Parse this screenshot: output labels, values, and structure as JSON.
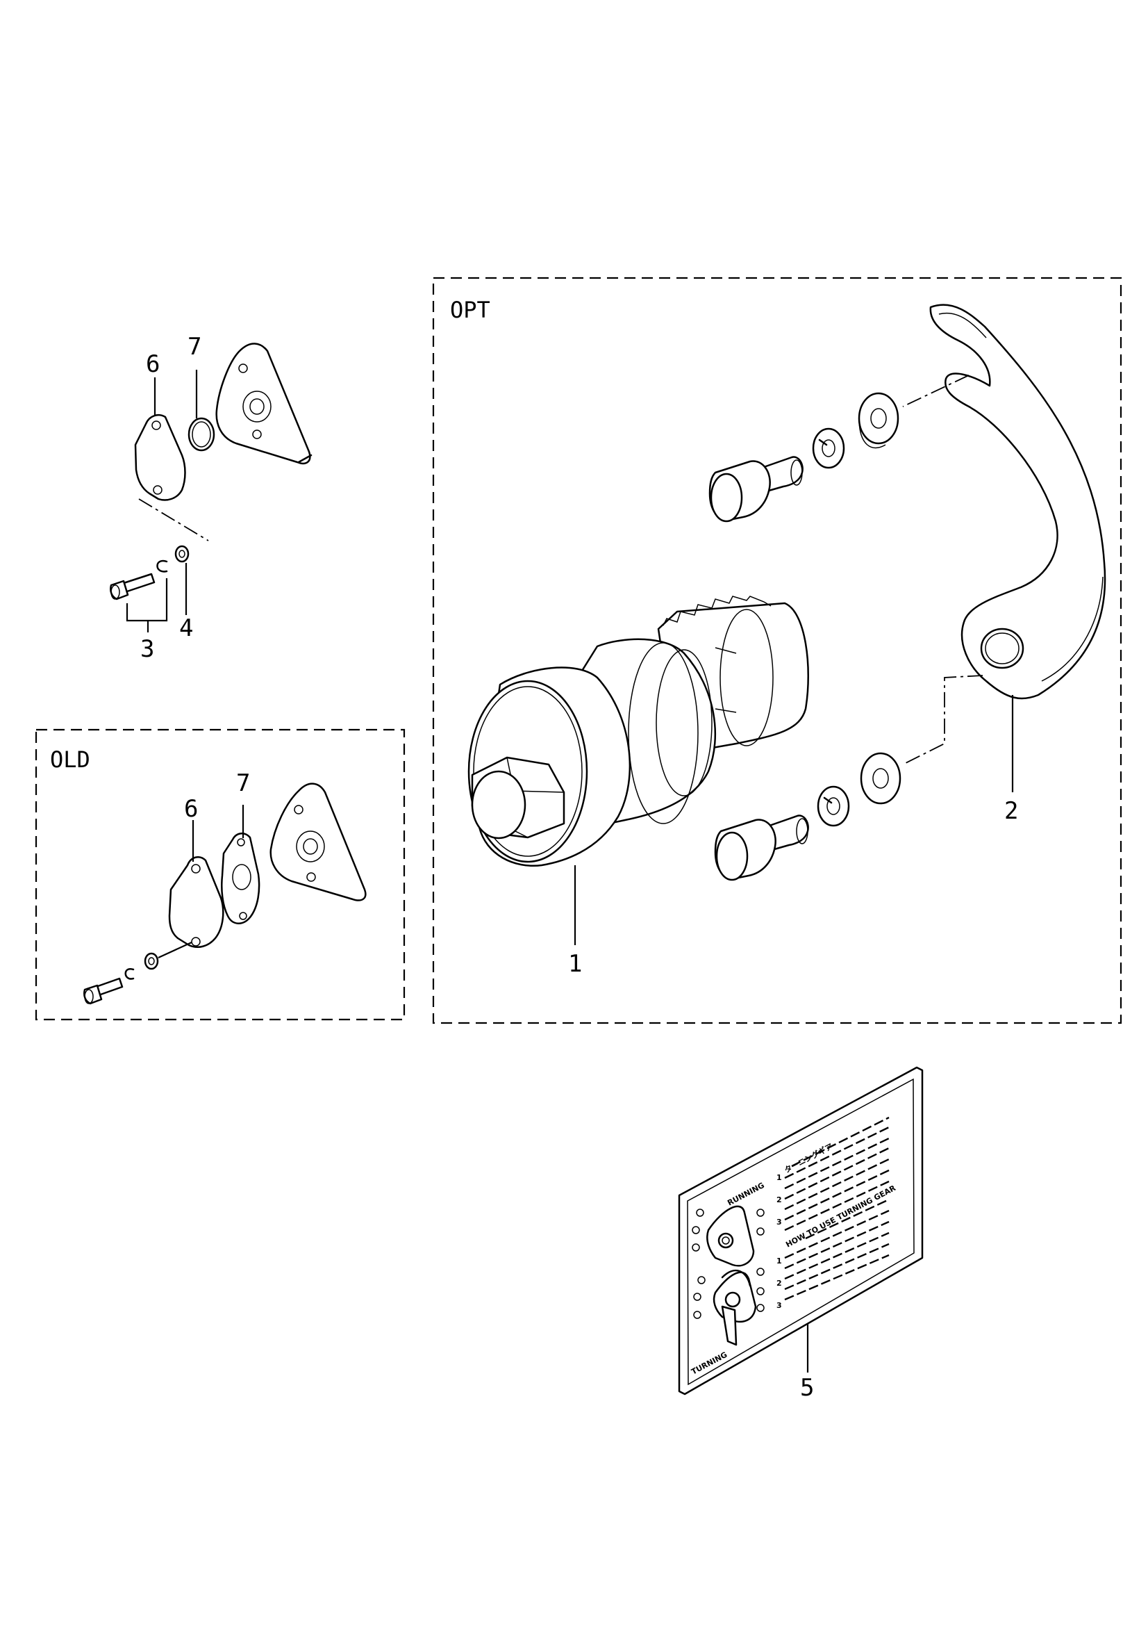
{
  "diagram": {
    "groups": {
      "opt": {
        "label": "OPT"
      },
      "old": {
        "label": "OLD"
      }
    },
    "callouts": {
      "top": {
        "c6": "6",
        "c7": "7",
        "c3": "3",
        "c4": "4"
      },
      "old": {
        "c6": "6",
        "c7": "7"
      },
      "opt": {
        "c1": "1",
        "c2": "2"
      },
      "plate": {
        "c5": "5"
      }
    },
    "plate": {
      "heading_running": "RUNNING",
      "heading_turning": "TURNING",
      "title_jp": "ターニングギア",
      "title_en": "HOW TO USE TURNING GEAR",
      "steps_a": [
        "1",
        "2",
        "3"
      ],
      "steps_b": [
        "1",
        "2",
        "3"
      ]
    }
  }
}
